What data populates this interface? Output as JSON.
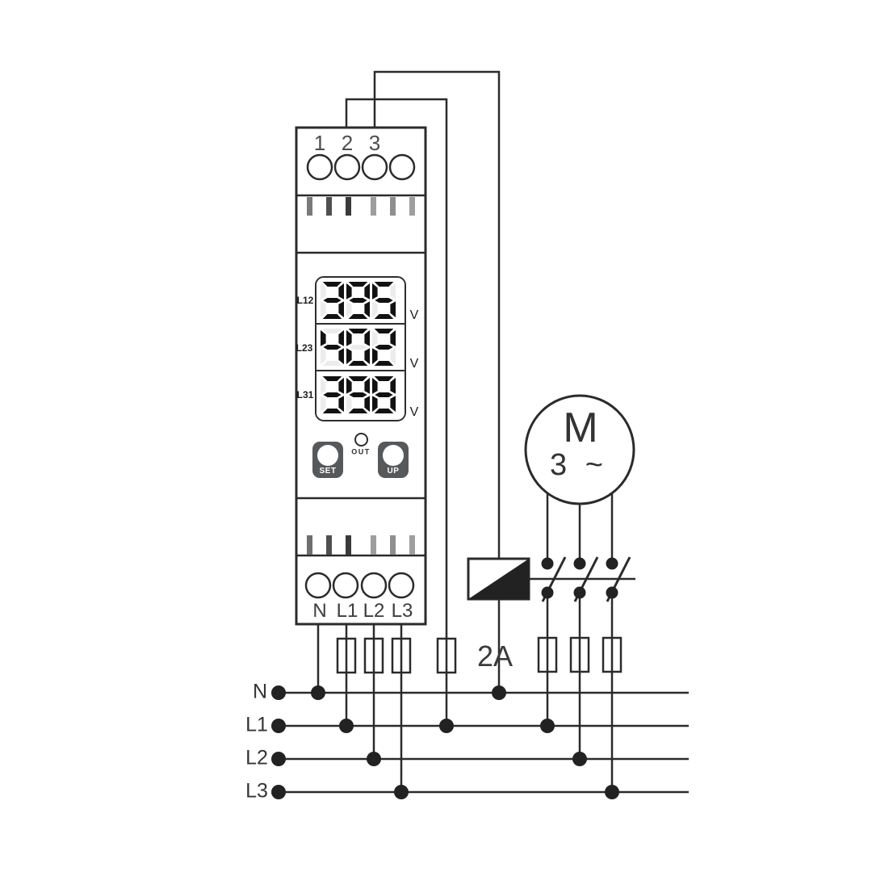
{
  "device": {
    "name": "three-phase-voltage-monitor",
    "top_terminals": {
      "labels": [
        "1",
        "2",
        "3"
      ]
    },
    "display": {
      "rows": [
        {
          "label": "L12",
          "value": "395",
          "unit": "V"
        },
        {
          "label": "L23",
          "value": "402",
          "unit": "V"
        },
        {
          "label": "L31",
          "value": "398",
          "unit": "V"
        }
      ]
    },
    "led_label": "OUT",
    "buttons": [
      {
        "label": "SET"
      },
      {
        "label": "UP"
      }
    ],
    "bottom_terminals": {
      "labels": [
        "N",
        "L1",
        "L2",
        "L3"
      ]
    }
  },
  "motor": {
    "letter": "M",
    "phase": "3 ~"
  },
  "control_fuse_rating": "2A",
  "bus": {
    "labels": [
      "N",
      "L1",
      "L2",
      "L3"
    ]
  },
  "colors": {
    "line": "#2b2b2b",
    "button": "#57585a",
    "digit_on": "#121212",
    "digit_off": "#ececec"
  }
}
